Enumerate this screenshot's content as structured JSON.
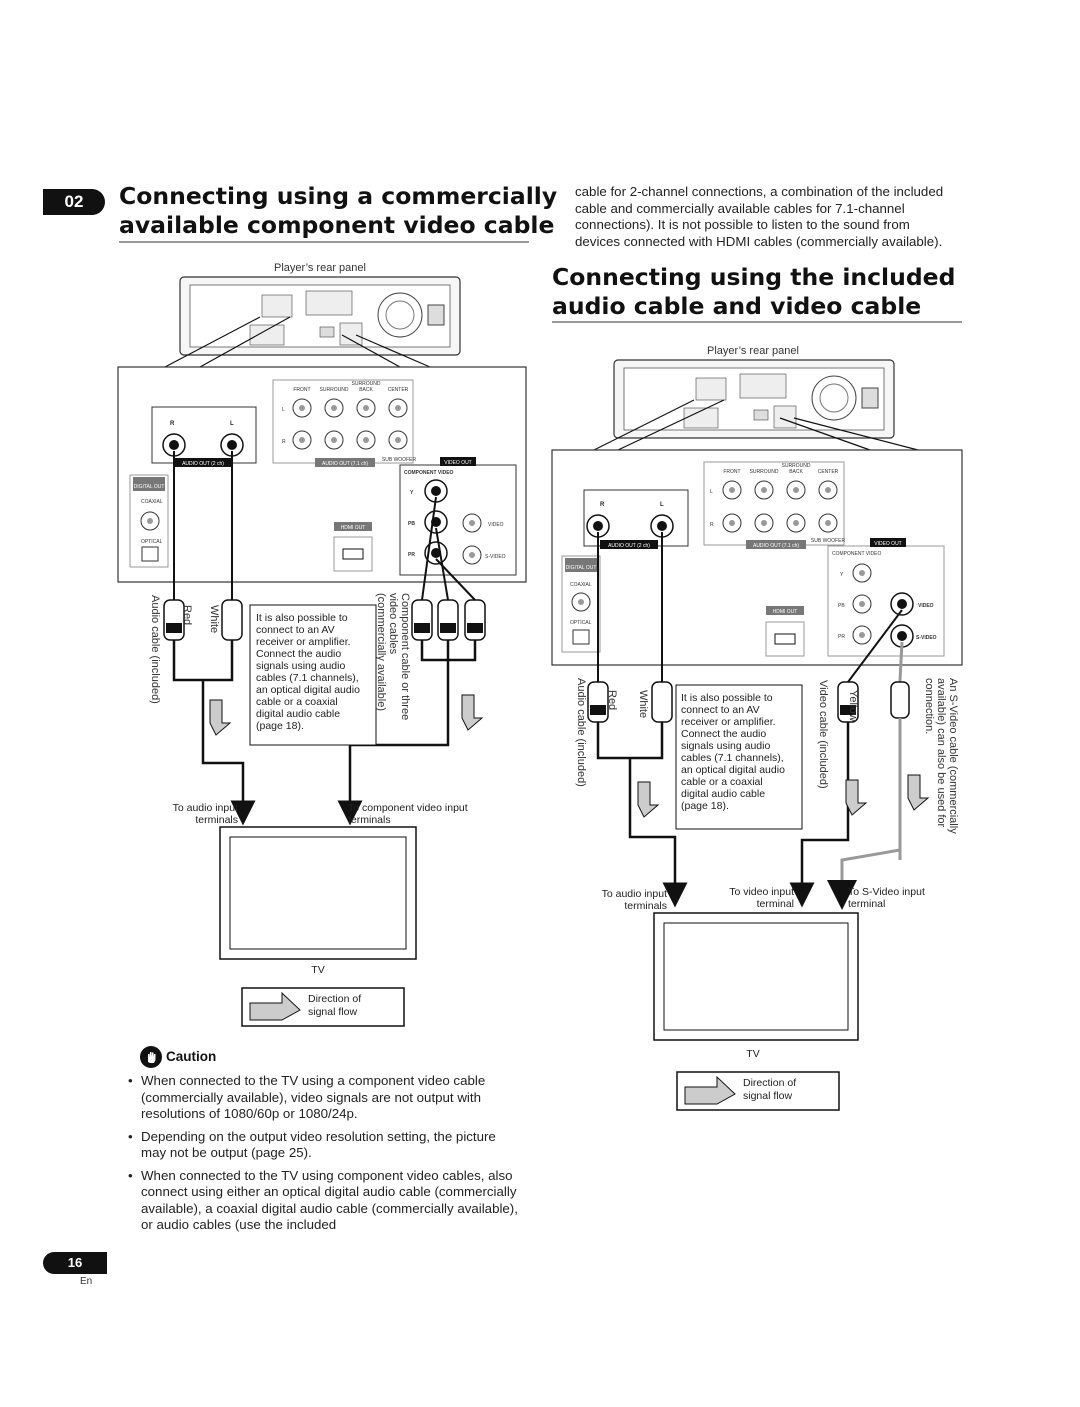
{
  "chapter": "02",
  "page_number": "16",
  "language": "En",
  "left": {
    "heading_line1": "Connecting using a commercially",
    "heading_line2": "available component video cable",
    "rear_panel_label": "Player’s rear panel",
    "labels": {
      "surround": "SURROUND",
      "front": "FRONT",
      "surround2": "SURROUND",
      "back": "BACK",
      "center": "CENTER",
      "sub_woofer": "SUB WOOFER",
      "r": "R",
      "l": "L",
      "audio_out_2ch": "AUDIO OUT (2 ch)",
      "audio_out_71ch": "AUDIO OUT (7.1 ch)",
      "digital_out": "DIGITAL OUT",
      "coaxial": "COAXIAL",
      "optical": "OPTICAL",
      "hdmi_out": "HDMI OUT",
      "video_out": "VIDEO OUT",
      "component_video": "COMPONENT VIDEO",
      "y": "Y",
      "pb": "PB",
      "pr": "PR",
      "video": "VIDEO",
      "s_video": "S-VIDEO"
    },
    "cable_audio": "Audio cable (included)",
    "cable_red": "Red",
    "cable_white": "White",
    "cable_component_line1": "Component cable or three",
    "cable_component_line2": "video cables",
    "cable_component_line3": "(commercially available)",
    "note_lines": [
      "It is also possible to",
      "connect to an AV",
      "receiver or amplifier.",
      "Connect the audio",
      "signals using audio",
      "cables (7.1 channels),",
      "an optical digital audio",
      "cable or a coaxial",
      "digital audio cable",
      "(page 18)."
    ],
    "to_audio_input_line1": "To audio input",
    "to_audio_input_line2": "terminals",
    "to_component_line1": "To component video input",
    "to_component_line2": "terminals",
    "tv": "TV",
    "legend_line1": "Direction of",
    "legend_line2": "signal flow"
  },
  "caution": {
    "title": "Caution",
    "bullets": [
      "When connected to the TV using a component video cable (commercially available), video signals are not output with resolutions of 1080/60p or 1080/24p.",
      "Depending on the output video resolution setting, the picture may not be output (page 25).",
      "When connected to the TV using component video cables, also connect using either an optical digital audio cable (commercially available), a coaxial digital audio cable (commercially available), or audio cables (use the included"
    ]
  },
  "right": {
    "intro_lines": [
      "cable for 2-channel connections, a combination of the included",
      "cable and commercially available cables for 7.1-channel",
      "connections). It is not possible to listen to the sound from",
      "devices connected with HDMI cables (commercially available)."
    ],
    "heading_line1": "Connecting using the included",
    "heading_line2": "audio cable and video cable",
    "rear_panel_label": "Player’s rear panel",
    "cable_audio": "Audio cable (included)",
    "cable_red": "Red",
    "cable_white": "White",
    "cable_video": "Video cable (included)",
    "cable_yellow": "Yellow",
    "svideo_note_line1": "An S-Video cable (commercially",
    "svideo_note_line2": "available) can also be used for",
    "svideo_note_line3": "connection.",
    "note_lines": [
      "It is also possible to",
      "connect to an AV",
      "receiver or amplifier.",
      "Connect the audio",
      "signals using audio",
      "cables (7.1 channels),",
      "an optical digital audio",
      "cable or a coaxial",
      "digital audio cable",
      "(page 18)."
    ],
    "to_audio_input_line1": "To audio input",
    "to_audio_input_line2": "terminals",
    "to_video_input_line1": "To video input",
    "to_video_input_line2": "terminal",
    "to_svideo_line1": "To S-Video input",
    "to_svideo_line2": "terminal",
    "tv": "TV",
    "legend_line1": "Direction of",
    "legend_line2": "signal flow"
  },
  "colors": {
    "ink": "#111111",
    "gray": "#999999",
    "arrow_fill": "#cccccc",
    "badge": "#111111"
  }
}
